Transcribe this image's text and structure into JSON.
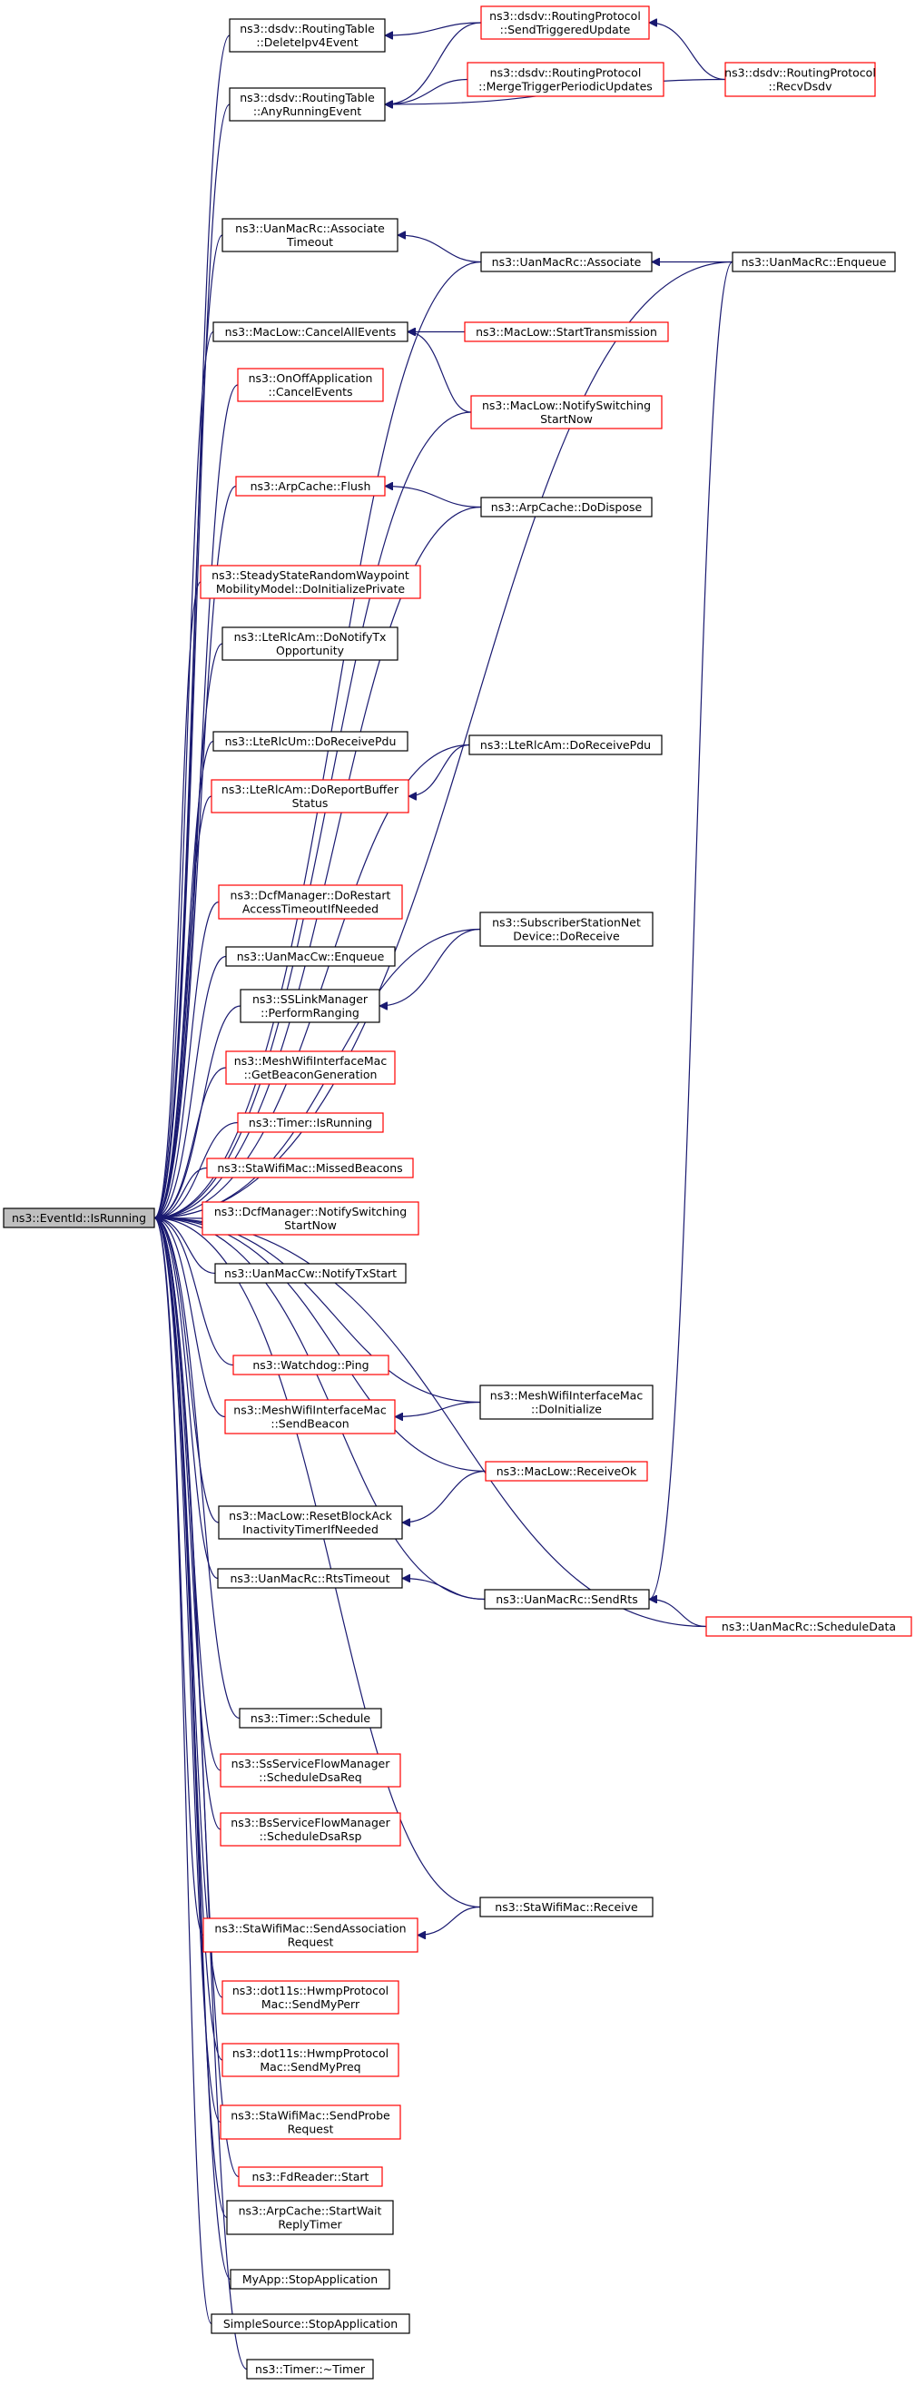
{
  "diagram": {
    "root": {
      "id": "root",
      "lines": [
        "ns3::EventId::IsRunning"
      ]
    },
    "nodes": [
      {
        "id": "delete_ipv4",
        "lines": [
          "ns3::dsdv::RoutingTable",
          "::DeleteIpv4Event"
        ],
        "border": "black"
      },
      {
        "id": "any_running",
        "lines": [
          "ns3::dsdv::RoutingTable",
          "::AnyRunningEvent"
        ],
        "border": "black"
      },
      {
        "id": "send_triggered",
        "lines": [
          "ns3::dsdv::RoutingProtocol",
          "::SendTriggeredUpdate"
        ],
        "border": "red"
      },
      {
        "id": "merge_trigger",
        "lines": [
          "ns3::dsdv::RoutingProtocol",
          "::MergeTriggerPeriodicUpdates"
        ],
        "border": "red"
      },
      {
        "id": "recv_dsdv",
        "lines": [
          "ns3::dsdv::RoutingProtocol",
          "::RecvDsdv"
        ],
        "border": "red"
      },
      {
        "id": "uan_assoc_timeout",
        "lines": [
          "ns3::UanMacRc::Associate",
          "Timeout"
        ],
        "border": "black"
      },
      {
        "id": "uan_associate",
        "lines": [
          "ns3::UanMacRc::Associate"
        ],
        "border": "black"
      },
      {
        "id": "uan_enqueue",
        "lines": [
          "ns3::UanMacRc::Enqueue"
        ],
        "border": "black"
      },
      {
        "id": "mac_cancel_all",
        "lines": [
          "ns3::MacLow::CancelAllEvents"
        ],
        "border": "black"
      },
      {
        "id": "mac_start_tx",
        "lines": [
          "ns3::MacLow::StartTransmission"
        ],
        "border": "red"
      },
      {
        "id": "onoff_cancel",
        "lines": [
          "ns3::OnOffApplication",
          "::CancelEvents"
        ],
        "border": "red"
      },
      {
        "id": "mac_notify_switching",
        "lines": [
          "ns3::MacLow::NotifySwitching",
          "StartNow"
        ],
        "border": "red"
      },
      {
        "id": "arp_flush",
        "lines": [
          "ns3::ArpCache::Flush"
        ],
        "border": "red"
      },
      {
        "id": "arp_dispose",
        "lines": [
          "ns3::ArpCache::DoDispose"
        ],
        "border": "black"
      },
      {
        "id": "steady_state",
        "lines": [
          "ns3::SteadyStateRandomWaypoint",
          "MobilityModel::DoInitializePrivate"
        ],
        "border": "red"
      },
      {
        "id": "lte_am_notify",
        "lines": [
          "ns3::LteRlcAm::DoNotifyTx",
          "Opportunity"
        ],
        "border": "black"
      },
      {
        "id": "lte_um_receive",
        "lines": [
          "ns3::LteRlcUm::DoReceivePdu"
        ],
        "border": "black"
      },
      {
        "id": "lte_am_receive",
        "lines": [
          "ns3::LteRlcAm::DoReceivePdu"
        ],
        "border": "black"
      },
      {
        "id": "lte_am_report",
        "lines": [
          "ns3::LteRlcAm::DoReportBuffer",
          "Status"
        ],
        "border": "red"
      },
      {
        "id": "dcf_restart",
        "lines": [
          "ns3::DcfManager::DoRestart",
          "AccessTimeoutIfNeeded"
        ],
        "border": "red"
      },
      {
        "id": "subscriber_receive",
        "lines": [
          "ns3::SubscriberStationNet",
          "Device::DoReceive"
        ],
        "border": "black"
      },
      {
        "id": "uan_cw_enqueue",
        "lines": [
          "ns3::UanMacCw::Enqueue"
        ],
        "border": "black"
      },
      {
        "id": "ss_perform_ranging",
        "lines": [
          "ns3::SSLinkManager",
          "::PerformRanging"
        ],
        "border": "black"
      },
      {
        "id": "mesh_beacon_gen",
        "lines": [
          "ns3::MeshWifiInterfaceMac",
          "::GetBeaconGeneration"
        ],
        "border": "red"
      },
      {
        "id": "timer_isrunning",
        "lines": [
          "ns3::Timer::IsRunning"
        ],
        "border": "red"
      },
      {
        "id": "sta_missed_beacons",
        "lines": [
          "ns3::StaWifiMac::MissedBeacons"
        ],
        "border": "red"
      },
      {
        "id": "dcf_notify_switching",
        "lines": [
          "ns3::DcfManager::NotifySwitching",
          "StartNow"
        ],
        "border": "red"
      },
      {
        "id": "uan_cw_notify",
        "lines": [
          "ns3::UanMacCw::NotifyTxStart"
        ],
        "border": "black"
      },
      {
        "id": "watchdog_ping",
        "lines": [
          "ns3::Watchdog::Ping"
        ],
        "border": "red"
      },
      {
        "id": "mesh_send_beacon",
        "lines": [
          "ns3::MeshWifiInterfaceMac",
          "::SendBeacon"
        ],
        "border": "red"
      },
      {
        "id": "mesh_doinit",
        "lines": [
          "ns3::MeshWifiInterfaceMac",
          "::DoInitialize"
        ],
        "border": "black"
      },
      {
        "id": "mac_receive_ok",
        "lines": [
          "ns3::MacLow::ReceiveOk"
        ],
        "border": "red"
      },
      {
        "id": "mac_reset_block",
        "lines": [
          "ns3::MacLow::ResetBlockAck",
          "InactivityTimerIfNeeded"
        ],
        "border": "black"
      },
      {
        "id": "uan_rts_timeout",
        "lines": [
          "ns3::UanMacRc::RtsTimeout"
        ],
        "border": "black"
      },
      {
        "id": "uan_send_rts",
        "lines": [
          "ns3::UanMacRc::SendRts"
        ],
        "border": "black"
      },
      {
        "id": "uan_schedule_data",
        "lines": [
          "ns3::UanMacRc::ScheduleData"
        ],
        "border": "red"
      },
      {
        "id": "timer_schedule",
        "lines": [
          "ns3::Timer::Schedule"
        ],
        "border": "black"
      },
      {
        "id": "ss_dsa_req",
        "lines": [
          "ns3::SsServiceFlowManager",
          "::ScheduleDsaReq"
        ],
        "border": "red"
      },
      {
        "id": "bs_dsa_rsp",
        "lines": [
          "ns3::BsServiceFlowManager",
          "::ScheduleDsaRsp"
        ],
        "border": "red"
      },
      {
        "id": "sta_receive",
        "lines": [
          "ns3::StaWifiMac::Receive"
        ],
        "border": "black"
      },
      {
        "id": "sta_send_assoc",
        "lines": [
          "ns3::StaWifiMac::SendAssociation",
          "Request"
        ],
        "border": "red"
      },
      {
        "id": "hwmp_perr",
        "lines": [
          "ns3::dot11s::HwmpProtocol",
          "Mac::SendMyPerr"
        ],
        "border": "red"
      },
      {
        "id": "hwmp_preq",
        "lines": [
          "ns3::dot11s::HwmpProtocol",
          "Mac::SendMyPreq"
        ],
        "border": "red"
      },
      {
        "id": "sta_send_probe",
        "lines": [
          "ns3::StaWifiMac::SendProbe",
          "Request"
        ],
        "border": "red"
      },
      {
        "id": "fd_reader",
        "lines": [
          "ns3::FdReader::Start"
        ],
        "border": "red"
      },
      {
        "id": "arp_start_wait",
        "lines": [
          "ns3::ArpCache::StartWait",
          "ReplyTimer"
        ],
        "border": "black"
      },
      {
        "id": "myapp_stop",
        "lines": [
          "MyApp::StopApplication"
        ],
        "border": "black"
      },
      {
        "id": "simple_stop",
        "lines": [
          "SimpleSource::StopApplication"
        ],
        "border": "black"
      },
      {
        "id": "timer_dtor",
        "lines": [
          "ns3::Timer::~Timer"
        ],
        "border": "black"
      }
    ],
    "edges": [
      {
        "from": "delete_ipv4",
        "to": "root"
      },
      {
        "from": "any_running",
        "to": "root"
      },
      {
        "from": "send_triggered",
        "to": "delete_ipv4"
      },
      {
        "from": "send_triggered",
        "to": "any_running"
      },
      {
        "from": "merge_trigger",
        "to": "any_running"
      },
      {
        "from": "recv_dsdv",
        "to": "any_running"
      },
      {
        "from": "recv_dsdv",
        "to": "send_triggered"
      },
      {
        "from": "uan_enqueue",
        "to": "root"
      },
      {
        "from": "uan_assoc_timeout",
        "to": "root"
      },
      {
        "from": "uan_associate",
        "to": "uan_assoc_timeout"
      },
      {
        "from": "uan_associate",
        "to": "root"
      },
      {
        "from": "uan_enqueue",
        "to": "uan_associate"
      },
      {
        "from": "mac_cancel_all",
        "to": "root"
      },
      {
        "from": "mac_start_tx",
        "to": "mac_cancel_all"
      },
      {
        "from": "mac_notify_switching",
        "to": "mac_cancel_all"
      },
      {
        "from": "onoff_cancel",
        "to": "root"
      },
      {
        "from": "mac_notify_switching",
        "to": "root"
      },
      {
        "from": "arp_flush",
        "to": "root"
      },
      {
        "from": "arp_dispose",
        "to": "arp_flush"
      },
      {
        "from": "arp_dispose",
        "to": "root"
      },
      {
        "from": "steady_state",
        "to": "root"
      },
      {
        "from": "lte_am_notify",
        "to": "root"
      },
      {
        "from": "lte_am_receive",
        "to": "root"
      },
      {
        "from": "lte_um_receive",
        "to": "root"
      },
      {
        "from": "lte_am_receive",
        "to": "lte_am_report"
      },
      {
        "from": "lte_am_report",
        "to": "root"
      },
      {
        "from": "subscriber_receive",
        "to": "root"
      },
      {
        "from": "dcf_restart",
        "to": "root"
      },
      {
        "from": "uan_cw_enqueue",
        "to": "root"
      },
      {
        "from": "ss_perform_ranging",
        "to": "root"
      },
      {
        "from": "subscriber_receive",
        "to": "ss_perform_ranging"
      },
      {
        "from": "mesh_beacon_gen",
        "to": "root"
      },
      {
        "from": "timer_isrunning",
        "to": "root"
      },
      {
        "from": "sta_missed_beacons",
        "to": "root"
      },
      {
        "from": "dcf_notify_switching",
        "to": "root"
      },
      {
        "from": "uan_cw_notify",
        "to": "root"
      },
      {
        "from": "mesh_doinit",
        "to": "root"
      },
      {
        "from": "watchdog_ping",
        "to": "root"
      },
      {
        "from": "mesh_send_beacon",
        "to": "root"
      },
      {
        "from": "mesh_doinit",
        "to": "mesh_send_beacon"
      },
      {
        "from": "mac_receive_ok",
        "to": "root"
      },
      {
        "from": "mac_reset_block",
        "to": "root"
      },
      {
        "from": "mac_receive_ok",
        "to": "mac_reset_block"
      },
      {
        "from": "uan_rts_timeout",
        "to": "root"
      },
      {
        "from": "uan_send_rts",
        "to": "uan_rts_timeout"
      },
      {
        "from": "uan_send_rts",
        "to": "root"
      },
      {
        "from": "uan_enqueue",
        "to": "uan_send_rts"
      },
      {
        "from": "uan_schedule_data",
        "to": "uan_send_rts"
      },
      {
        "from": "uan_schedule_data",
        "to": "root"
      },
      {
        "from": "timer_schedule",
        "to": "root"
      },
      {
        "from": "ss_dsa_req",
        "to": "root"
      },
      {
        "from": "bs_dsa_rsp",
        "to": "root"
      },
      {
        "from": "sta_receive",
        "to": "root"
      },
      {
        "from": "sta_send_assoc",
        "to": "root"
      },
      {
        "from": "sta_receive",
        "to": "sta_send_assoc"
      },
      {
        "from": "hwmp_perr",
        "to": "root"
      },
      {
        "from": "hwmp_preq",
        "to": "root"
      },
      {
        "from": "sta_send_probe",
        "to": "root"
      },
      {
        "from": "fd_reader",
        "to": "root"
      },
      {
        "from": "arp_start_wait",
        "to": "root"
      },
      {
        "from": "myapp_stop",
        "to": "root"
      },
      {
        "from": "simple_stop",
        "to": "root"
      },
      {
        "from": "timer_dtor",
        "to": "root"
      }
    ]
  }
}
